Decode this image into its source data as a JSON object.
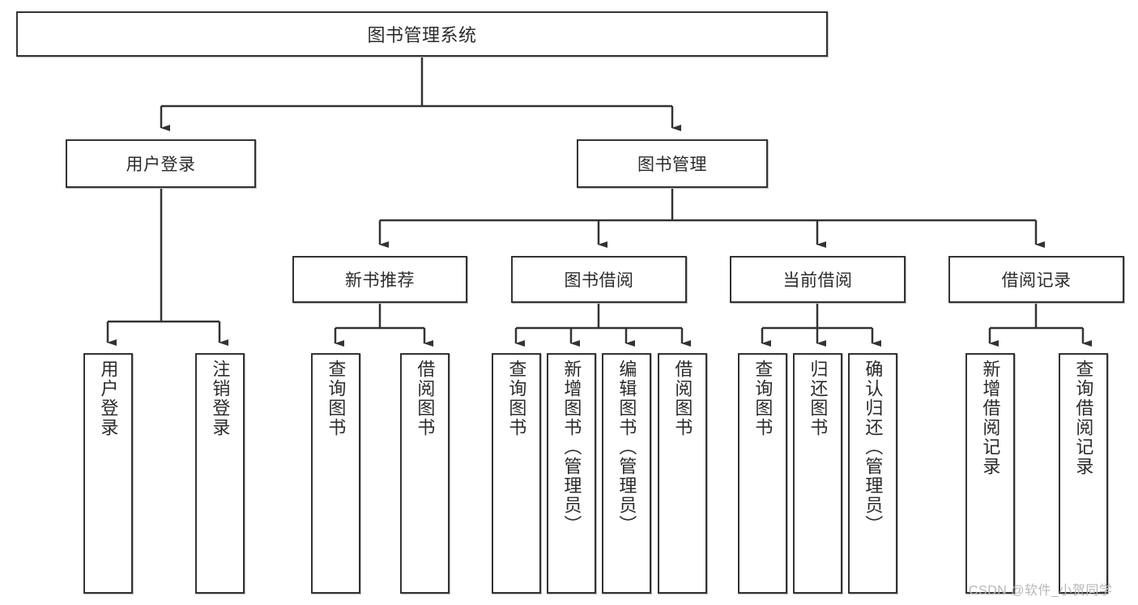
{
  "diagram": {
    "type": "tree-hierarchy",
    "title": "图书管理系统",
    "root": {
      "label": "图书管理系统"
    },
    "level2": [
      {
        "label": "用户登录"
      },
      {
        "label": "图书管理"
      }
    ],
    "level3": [
      {
        "label": "新书推荐"
      },
      {
        "label": "图书借阅"
      },
      {
        "label": "当前借阅"
      },
      {
        "label": "借阅记录"
      }
    ],
    "leaves": {
      "user_login": [
        {
          "label": "用户登录"
        },
        {
          "label": "注销登录"
        }
      ],
      "new_book_recommend": [
        {
          "label": "查询图书"
        },
        {
          "label": "借阅图书"
        }
      ],
      "book_borrow": [
        {
          "label": "查询图书"
        },
        {
          "label": "新增图书（管理员）"
        },
        {
          "label": "编辑图书（管理员）"
        },
        {
          "label": "借阅图书"
        }
      ],
      "current_borrow": [
        {
          "label": "查询图书"
        },
        {
          "label": "归还图书"
        },
        {
          "label": "确认归还（管理员）"
        }
      ],
      "borrow_record": [
        {
          "label": "新增借阅记录"
        },
        {
          "label": "查询借阅记录"
        }
      ]
    }
  },
  "watermark": {
    "text": "CSDN @软件_小贺同学"
  },
  "colors": {
    "stroke": "#333333",
    "text": "#2b2b2b",
    "background": "#ffffff",
    "shadow": "#bcbcbc",
    "watermark": "#b8b8b8"
  }
}
